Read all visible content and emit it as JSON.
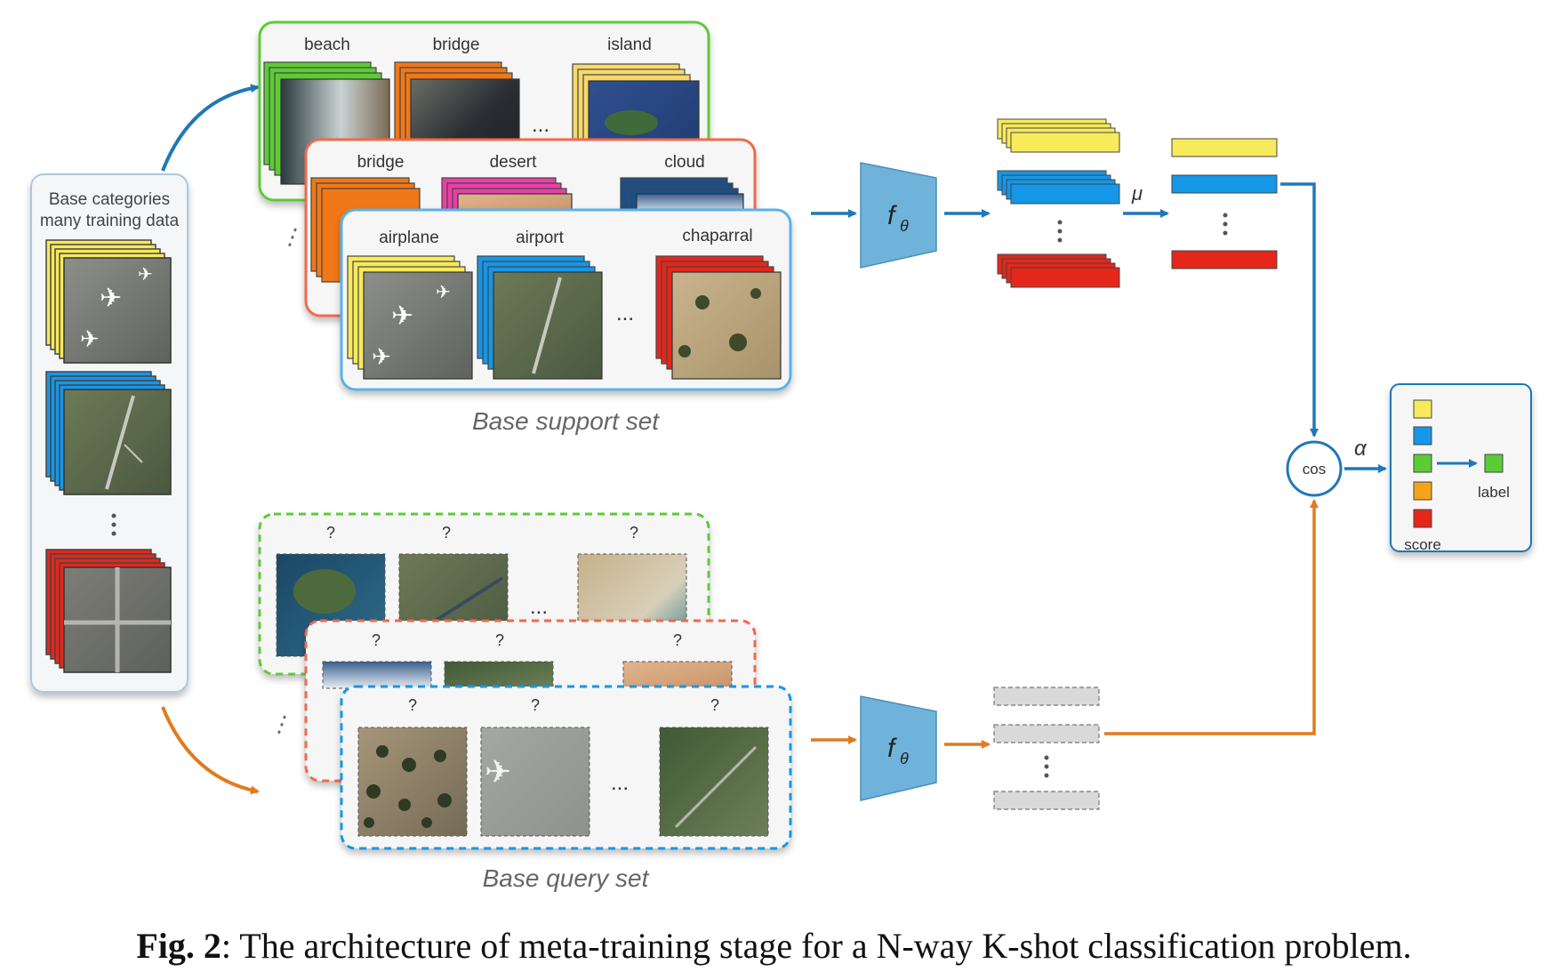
{
  "left_panel": {
    "line1": "Base categories",
    "line2": "many training data"
  },
  "support": {
    "green_labels": [
      "beach",
      "bridge",
      "island"
    ],
    "red_labels": [
      "bridge",
      "desert",
      "cloud"
    ],
    "blue_labels": [
      "airplane",
      "airport",
      "chaparral"
    ],
    "ellipsis": "...",
    "caption": "Base support set"
  },
  "query": {
    "qmark": "?",
    "ellipsis": "...",
    "caption": "Base query set"
  },
  "encoder_label": "f",
  "encoder_sub": "θ",
  "mu": "μ",
  "alpha": "α",
  "cos": "cos",
  "score_label": "score",
  "label_label": "label",
  "colors": {
    "yellow": "#f7ea5b",
    "blue": "#1597e8",
    "red": "#e5261a",
    "green": "#5ccc35",
    "orange": "#f5a31a",
    "arrow_blue": "#1f78b8",
    "arrow_orange": "#e27a1e",
    "encoder": "#6fb3da"
  },
  "caption": {
    "bold": "Fig. 2",
    "rest": ": The architecture of meta-training stage for a N-way K-shot classification problem."
  }
}
